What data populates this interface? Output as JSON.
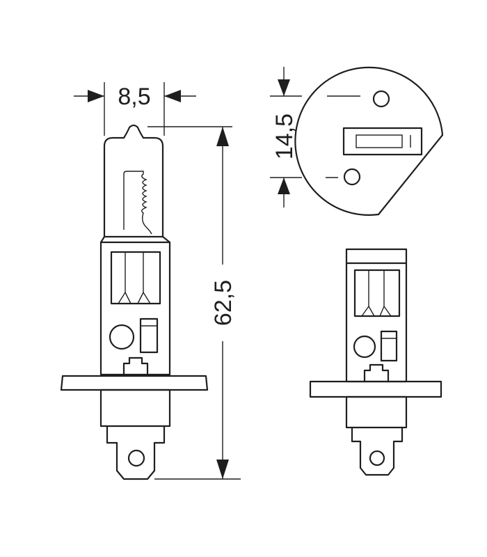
{
  "dimensions": {
    "width_label": "8,5",
    "height_label": "62,5",
    "offset_label": "14,5"
  },
  "colors": {
    "line": "#1e1e1e",
    "background": "#ffffff"
  }
}
